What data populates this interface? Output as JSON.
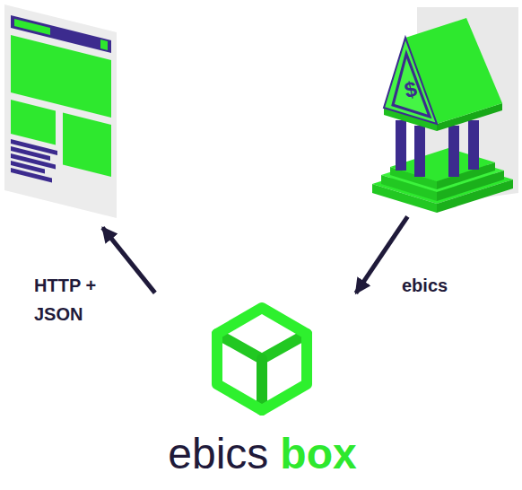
{
  "diagram": {
    "nodes": [
      {
        "text": []
      },
      {
        "text": [
          "$"
        ]
      },
      {
        "text": [
          "ebics",
          "box"
        ]
      }
    ],
    "edges": [
      {
        "from": 1,
        "to": 2,
        "label": "ebics",
        "arrow": "to"
      },
      {
        "from": 2,
        "to": 0,
        "label": "HTTP + JSON",
        "arrow": "to"
      }
    ]
  }
}
